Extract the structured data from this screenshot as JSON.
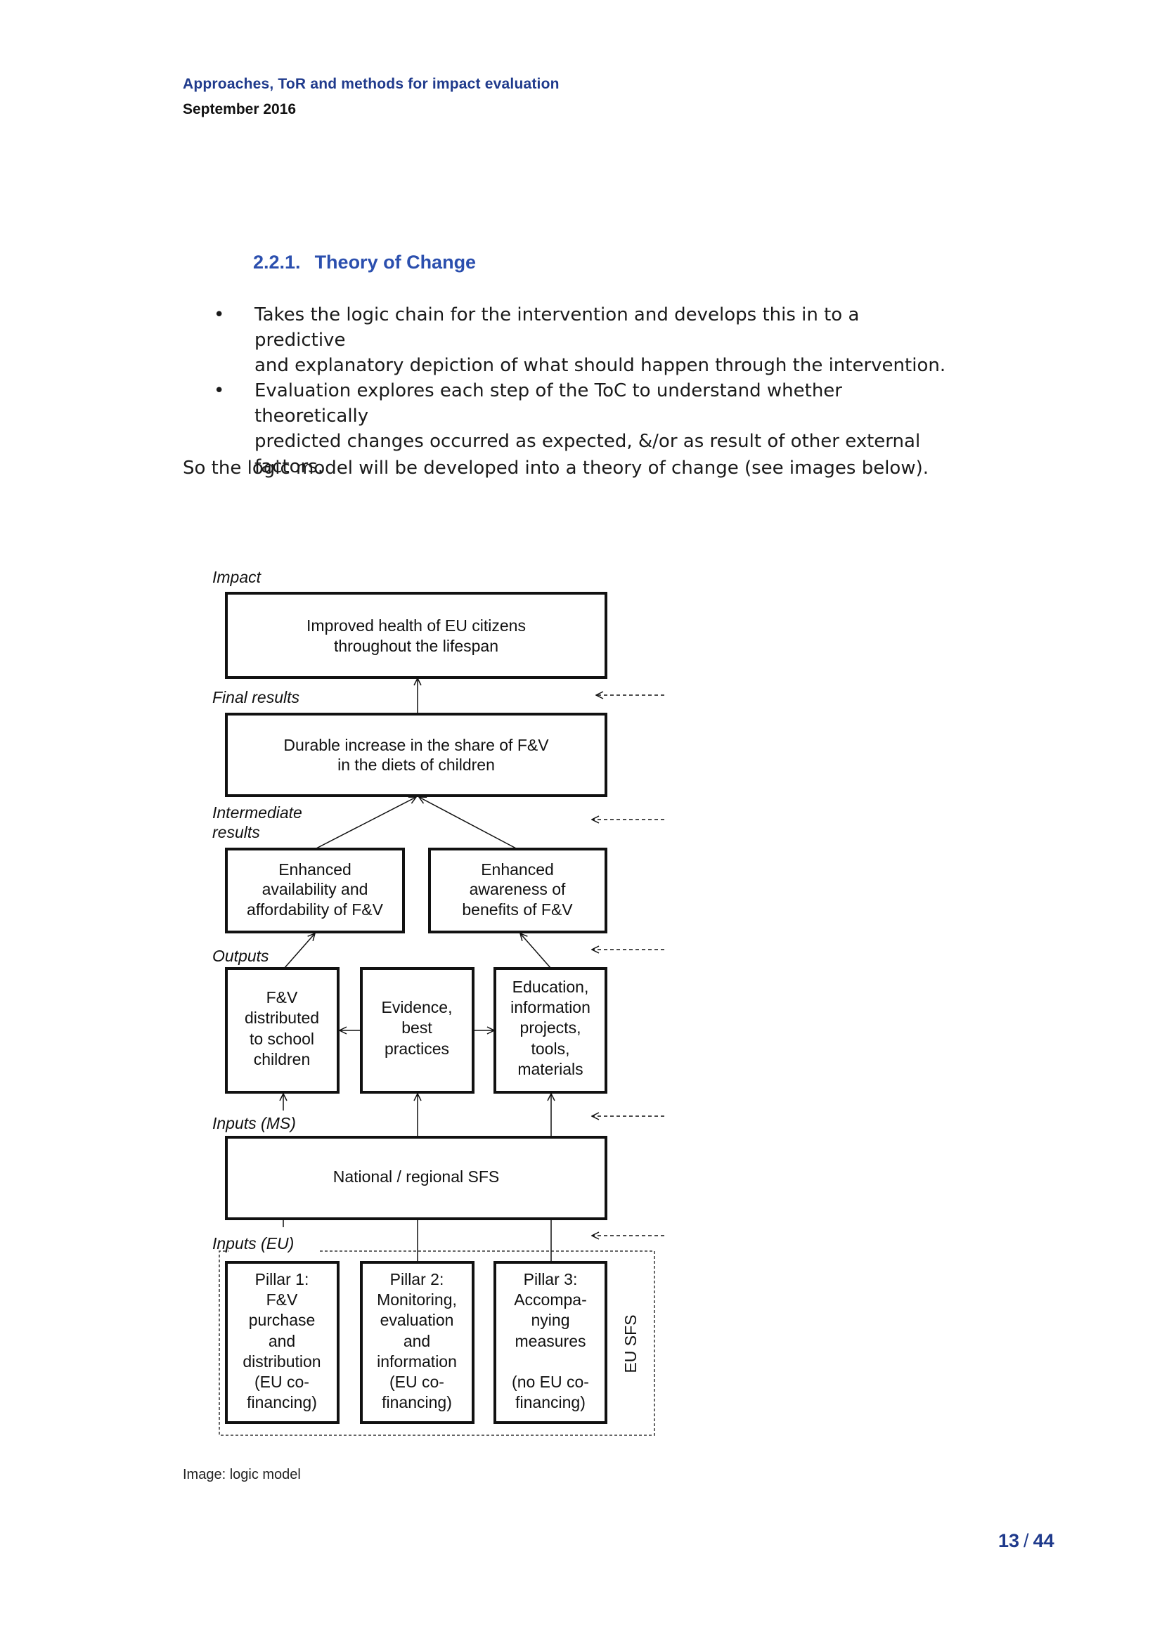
{
  "header": {
    "title": "Approaches, ToR and methods for impact evaluation",
    "date": "September 2016"
  },
  "section": {
    "number": "2.2.1.",
    "title": "Theory of Change"
  },
  "bullets": [
    [
      "Takes the logic chain for the intervention and develops this in to a predictive",
      "and explanatory depiction of what should happen through the intervention."
    ],
    [
      "Evaluation explores each step of the ToC to understand whether theoretically",
      "predicted changes occurred as expected, &/or as result of other external",
      "factors."
    ]
  ],
  "paragraph": "So the logic model will be developed into a theory of change (see images below).",
  "diagram": {
    "levels": {
      "impact": "Impact",
      "final": "Final results",
      "intermediate": [
        "Intermediate",
        "results"
      ],
      "outputs": "Outputs",
      "inputs_ms": "Inputs (MS)",
      "inputs_eu": "Inputs (EU)"
    },
    "boxes": {
      "impact": [
        "Improved health of EU citizens",
        "throughout the lifespan"
      ],
      "final": [
        "Durable increase in the share of F&V",
        "in the diets of children"
      ],
      "inter1": [
        "Enhanced",
        "availability and",
        "affordability of F&V"
      ],
      "inter2": [
        "Enhanced",
        "awareness of",
        "benefits of F&V"
      ],
      "out1": [
        "F&V",
        "distributed",
        "to school",
        "children"
      ],
      "out2": [
        "Evidence,",
        "best",
        "practices"
      ],
      "out3": [
        "Education,",
        "information",
        "projects,",
        "tools,",
        "materials"
      ],
      "national": [
        "National / regional SFS"
      ],
      "p1": [
        "Pillar 1:",
        "F&V",
        "purchase",
        "and",
        "distribution",
        "(EU co-",
        "financing)"
      ],
      "p2": [
        "Pillar 2:",
        "Monitoring,",
        "evaluation",
        "and",
        "information",
        "(EU co-",
        "financing)"
      ],
      "p3": [
        "Pillar 3:",
        "Accompa-",
        "nying",
        "measures",
        "",
        "(no EU co-",
        "financing)"
      ]
    },
    "eu_sfs": "EU SFS"
  },
  "caption": "Image: logic model",
  "page": {
    "current": "13",
    "separator": "/",
    "total": "44"
  }
}
